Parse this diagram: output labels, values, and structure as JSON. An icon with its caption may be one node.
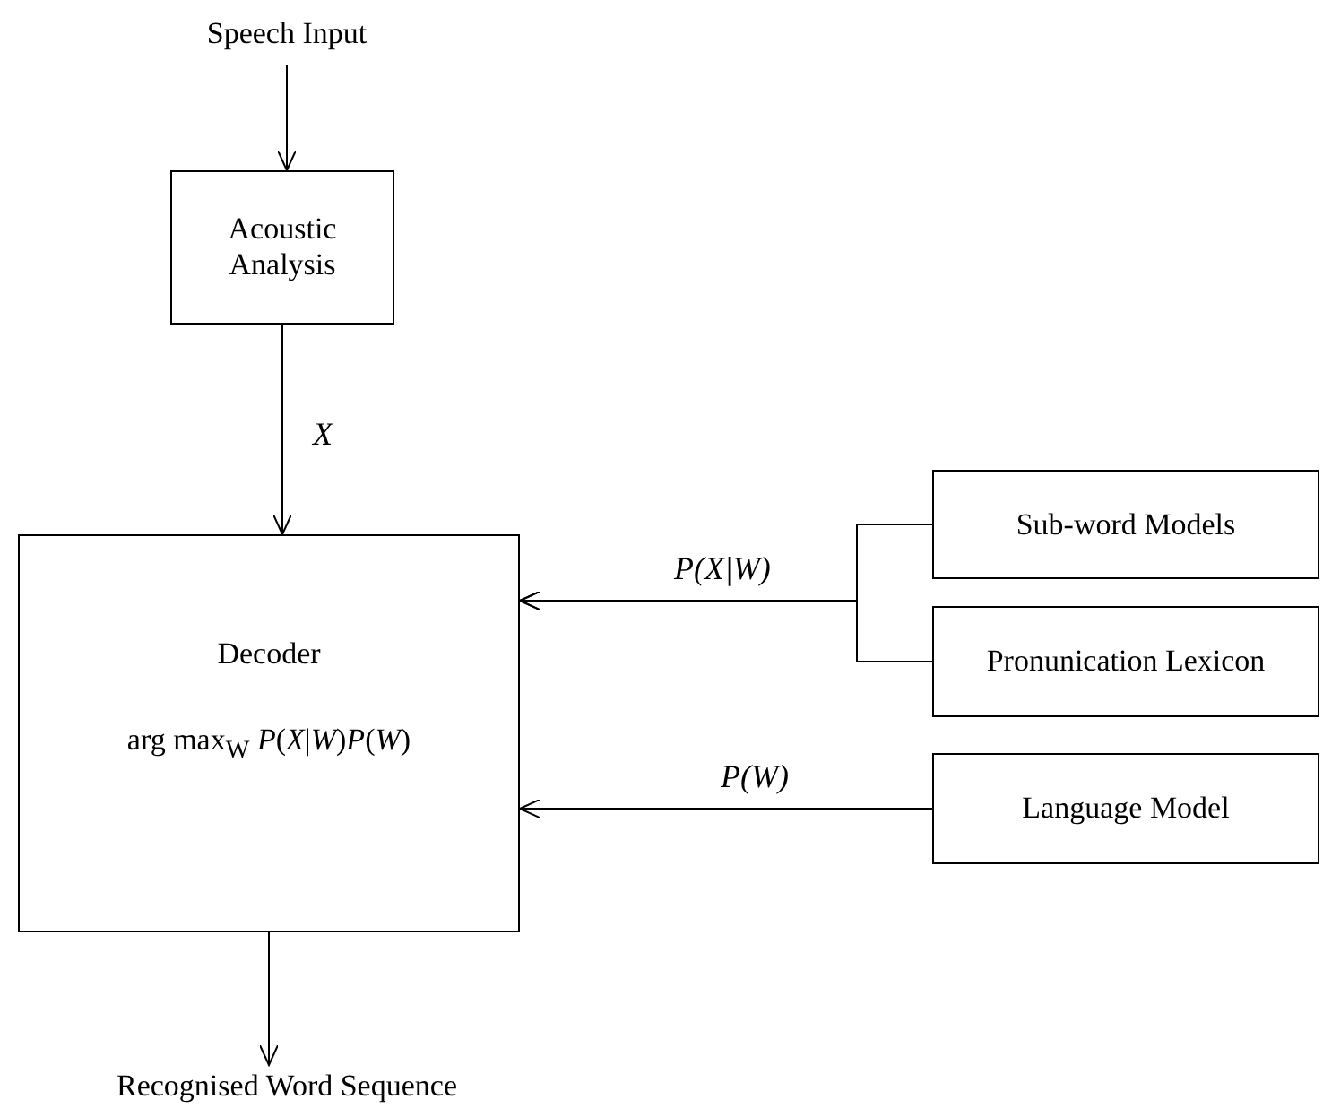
{
  "diagram": {
    "nodes": [
      {
        "text": [
          "Speech Input"
        ]
      },
      {
        "text": [
          "Acoustic Analysis"
        ]
      },
      {
        "text": [
          "Decoder",
          "arg max$_{W}$ *P*(*X*|*W*)*P*(*W*)"
        ]
      },
      {
        "text": [
          "Sub-word Models"
        ]
      },
      {
        "text": [
          "Pronunication Lexicon"
        ]
      },
      {
        "text": [
          "Language Model"
        ]
      },
      {
        "text": [
          "Recognised Word Sequence"
        ]
      }
    ],
    "edges": [
      {
        "from": 0,
        "to": 1,
        "arrow": "to"
      },
      {
        "from": 1,
        "to": 2,
        "arrow": "to",
        "label": "X"
      },
      {
        "from": 3,
        "to": 2,
        "arrow": "to",
        "label": "P(X|W)"
      },
      {
        "from": 4,
        "to": 2,
        "arrow": "to"
      },
      {
        "from": 5,
        "to": 2,
        "arrow": "to",
        "label": "P(W)"
      },
      {
        "from": 2,
        "to": 6,
        "arrow": "to"
      }
    ]
  }
}
